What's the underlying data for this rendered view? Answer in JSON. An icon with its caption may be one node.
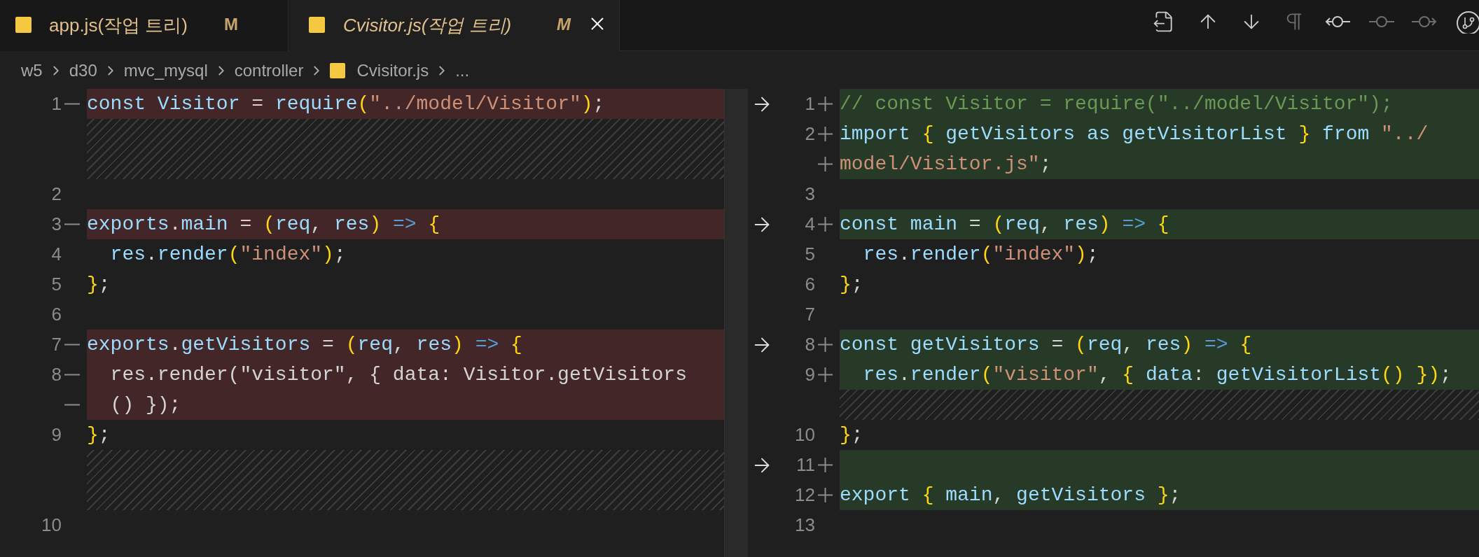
{
  "diagram": {
    "labels": [
      "app.js(작업 트리)",
      "M",
      "Cvisitor.js(작업 트리)",
      "M",
      "w5",
      "d30",
      "mvc_mysql",
      "controller",
      "Cvisitor.js",
      "...",
      "1",
      "const Visitor = require(\"../model/Visitor\");",
      "2",
      "3",
      "exports.main = (req, res) => {",
      "4",
      "res.render(\"index\");",
      "5",
      "};",
      "6",
      "7",
      "exports.getVisitors = (req, res) => {",
      "8",
      "res.render(\"visitor\", { data: Visitor.getVisitors () });",
      "9",
      "};",
      "10",
      "1",
      "// const Visitor = require(\"../model/Visitor\");",
      "2",
      "import { getVisitors as getVisitorList } from \"../ model/Visitor.js\";",
      "3",
      "4",
      "const main = (req, res) => {",
      "5",
      "res.render(\"index\");",
      "6",
      "};",
      "7",
      "8",
      "const getVisitors = (req, res) => {",
      "9",
      "res.render(\"visitor\", { data: getVisitorList() });",
      "10",
      "};",
      "11",
      "12",
      "export { main, getVisitors };",
      "13"
    ]
  }
}
